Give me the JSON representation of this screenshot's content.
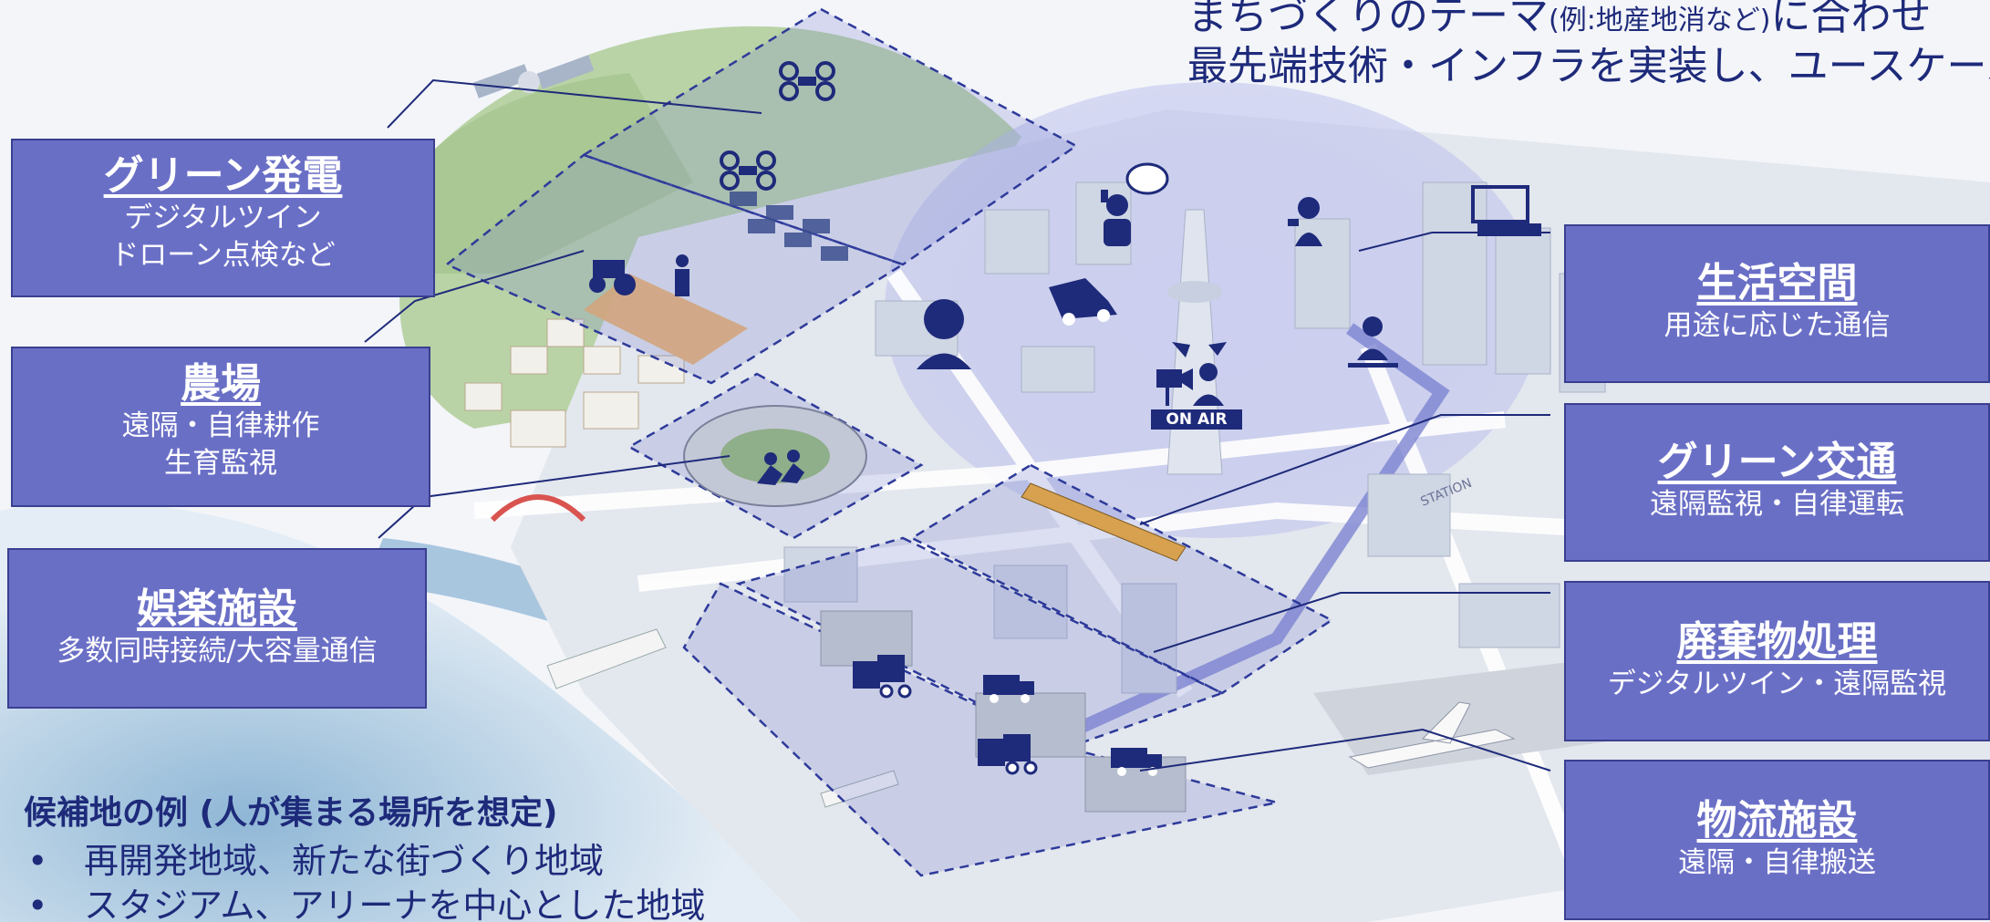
{
  "top_note": {
    "line1_a": "まちづくりのテーマ",
    "line1_b": "(例:地産地消など)",
    "line1_c": "に合わせ",
    "line2": "最先端技術・インフラを実装し、ユースケース"
  },
  "left_labels": [
    {
      "title": "グリーン発電",
      "lines": [
        "デジタルツイン",
        "ドローン点検など"
      ]
    },
    {
      "title": "農場",
      "lines": [
        "遠隔・自律耕作",
        "生育監視"
      ]
    },
    {
      "title": "娯楽施設",
      "lines": [
        "多数同時接続/大容量通信"
      ]
    }
  ],
  "right_labels": [
    {
      "title": "生活空間",
      "lines": [
        "用途に応じた通信"
      ]
    },
    {
      "title": "グリーン交通",
      "lines": [
        "遠隔監視・自律運転"
      ]
    },
    {
      "title": "廃棄物処理",
      "lines": [
        "デジタルツイン・遠隔監視"
      ]
    },
    {
      "title": "物流施設",
      "lines": [
        "遠隔・自律搬送"
      ]
    }
  ],
  "candidates": {
    "heading": "候補地の例 (人が集まる場所を想定)",
    "items": [
      "再開発地域、新たな街づくり地域",
      "スタジアム、アリーナを中心とした地域"
    ]
  },
  "map_labels": {
    "on_air": "ON AIR",
    "station": "STATION"
  },
  "colors": {
    "box_fill": "#6a6fc6",
    "box_border": "#3b3f8f",
    "text_navy": "#1e2a7a",
    "zone_dash": "#2e3a9a"
  }
}
